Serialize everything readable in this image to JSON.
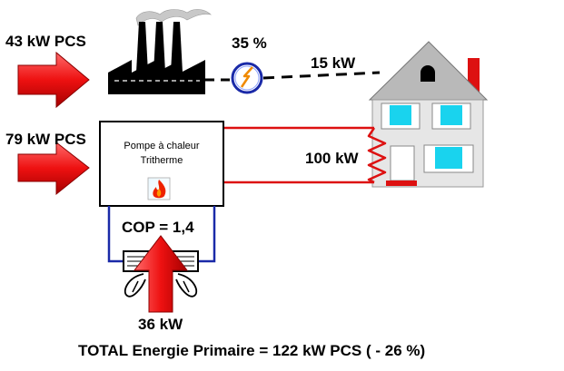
{
  "labels": {
    "input_top": "43 kW PCS",
    "efficiency": "35 %",
    "elec_power": "15 kW",
    "input_mid": "79 kW PCS",
    "heat_power": "100 kW",
    "pump_line1": "Pompe à chaleur",
    "pump_line2": "Tritherme",
    "cop": "COP = 1,4",
    "ambient_power": "36 kW",
    "total": "TOTAL Energie Primaire = 122 kW PCS ( - 26 %)"
  },
  "colors": {
    "arrow_red": "#ee1111",
    "pipe_red": "#dd1111",
    "pipe_blue": "#1a2aa8",
    "house_wall": "#e6e6e6",
    "roof": "#b9b9b9",
    "window_cyan": "#19d3ee",
    "chimney_red": "#dd1111"
  },
  "icons": [
    "factory-icon",
    "generator-icon",
    "house-icon",
    "flame-icon",
    "fan-exchanger-icon"
  ]
}
